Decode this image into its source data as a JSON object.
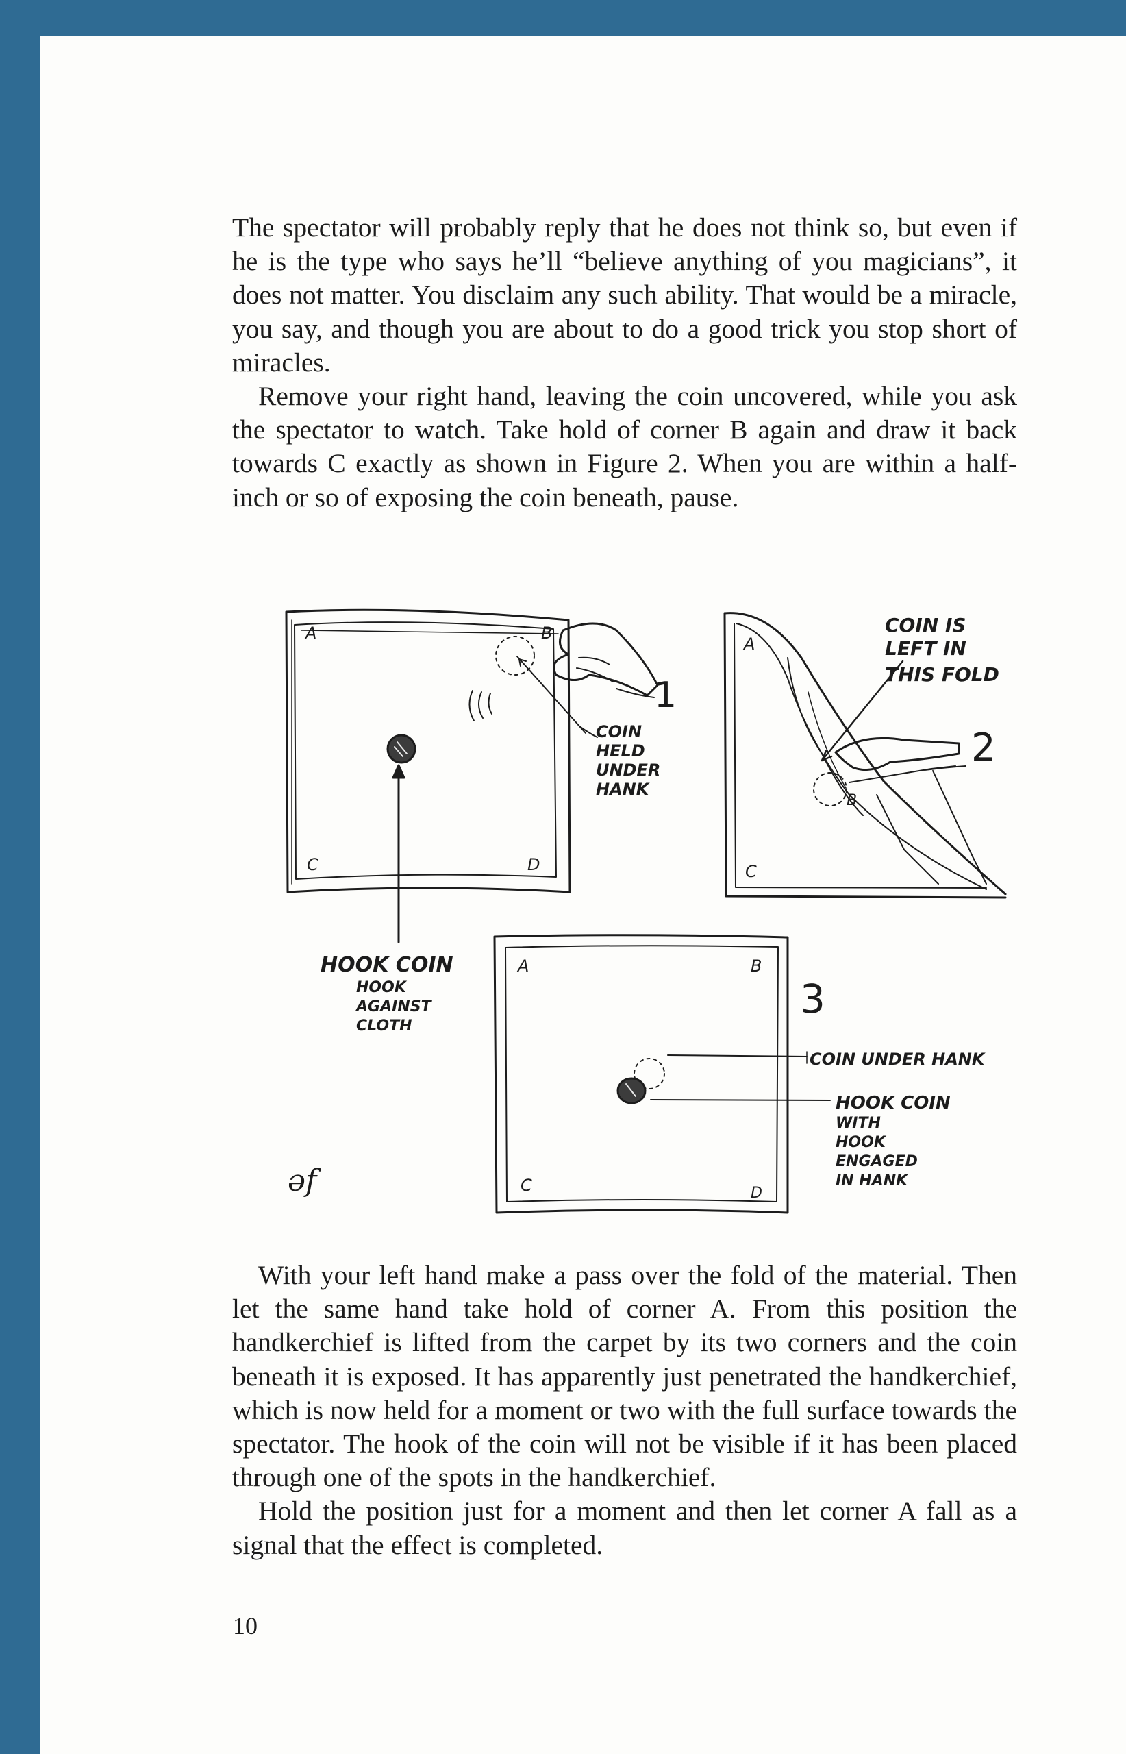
{
  "paragraphs_top": [
    "The spectator will probably reply that he does not think so, but even if he is the type who says he’ll “believe anything of you magicians”, it does not matter. You disclaim any such ability. That would be a miracle, you say, and though you are about to do a good trick you stop short of miracles.",
    "Remove your right hand, leaving the coin uncovered, while you ask the spectator to watch. Take hold of corner B again and draw it back towards C exactly as shown in Figure 2. When you are within a half-inch or so of exposing the coin beneath, pause."
  ],
  "figures": {
    "fig1": {
      "number": "1",
      "corners": [
        "A",
        "B",
        "C",
        "D"
      ],
      "caption_lines": [
        "COIN",
        "HELD",
        "UNDER",
        "HANK"
      ]
    },
    "fig2": {
      "number": "2",
      "corners": [
        "A",
        "B",
        "C"
      ],
      "caption_lines": [
        "COIN IS",
        "LEFT IN",
        "THIS FOLD"
      ]
    },
    "fig3": {
      "number": "3",
      "corners": [
        "A",
        "B",
        "C",
        "D"
      ],
      "label_coin_under": "COIN UNDER HANK",
      "label_hook_lines": [
        "HOOK COIN",
        "WITH",
        "HOOK",
        "ENGAGED",
        "IN HANK"
      ]
    },
    "hook_coin_title": "HOOK COIN",
    "hook_coin_lines": [
      "HOOK",
      "AGAINST",
      "CLOTH"
    ],
    "signature": "əf"
  },
  "paragraphs_bottom": [
    "With your left hand make a pass over the fold of the material. Then let the same hand take hold of corner A. From this position the handkerchief is lifted from the carpet by its two corners and the coin beneath it is exposed. It has apparently just penetrated the handkerchief, which is now held for a moment or two with the full surface towards the spectator. The hook of the coin will not be visible if it has been placed through one of the spots in the handkerchief.",
    "Hold the position just for a moment and then let corner A fall as a signal that the effect is completed."
  ],
  "page_number": "10"
}
